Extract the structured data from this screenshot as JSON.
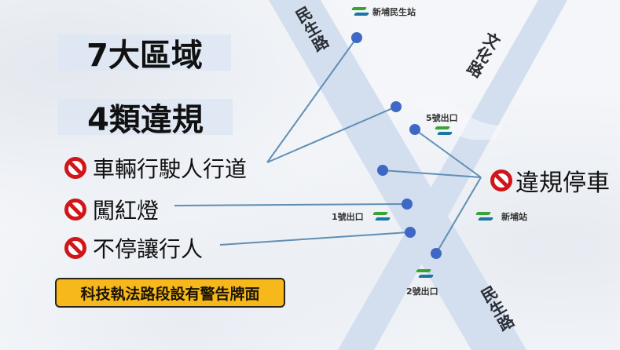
{
  "headings": {
    "regions": "7大區域",
    "violation_types": "4類違規"
  },
  "violations_left": [
    {
      "label": "車輛行駛人行道",
      "icon": "no-entry-icon"
    },
    {
      "label": "闖紅燈",
      "icon": "no-entry-icon"
    },
    {
      "label": "不停讓行人",
      "icon": "no-entry-icon"
    }
  ],
  "violation_right": {
    "label": "違規停車",
    "icon": "no-entry-icon"
  },
  "warning_note": "科技執法路段設有警告牌面",
  "stations": {
    "top": "新埔民生站",
    "right": "新埔站"
  },
  "exits": {
    "exit5": "5號出口",
    "exit1": "1號出口",
    "exit2": "2號出口"
  },
  "roads": {
    "minsheng_top": "民生路",
    "minsheng_bottom": "民生路",
    "wenhua": "文化路"
  },
  "colors": {
    "road": "#d3deef",
    "marker": "#3f68c4",
    "connector": "#5f8fb4",
    "warning_bg": "#f6b81a",
    "no_entry_red": "#d0161a"
  }
}
